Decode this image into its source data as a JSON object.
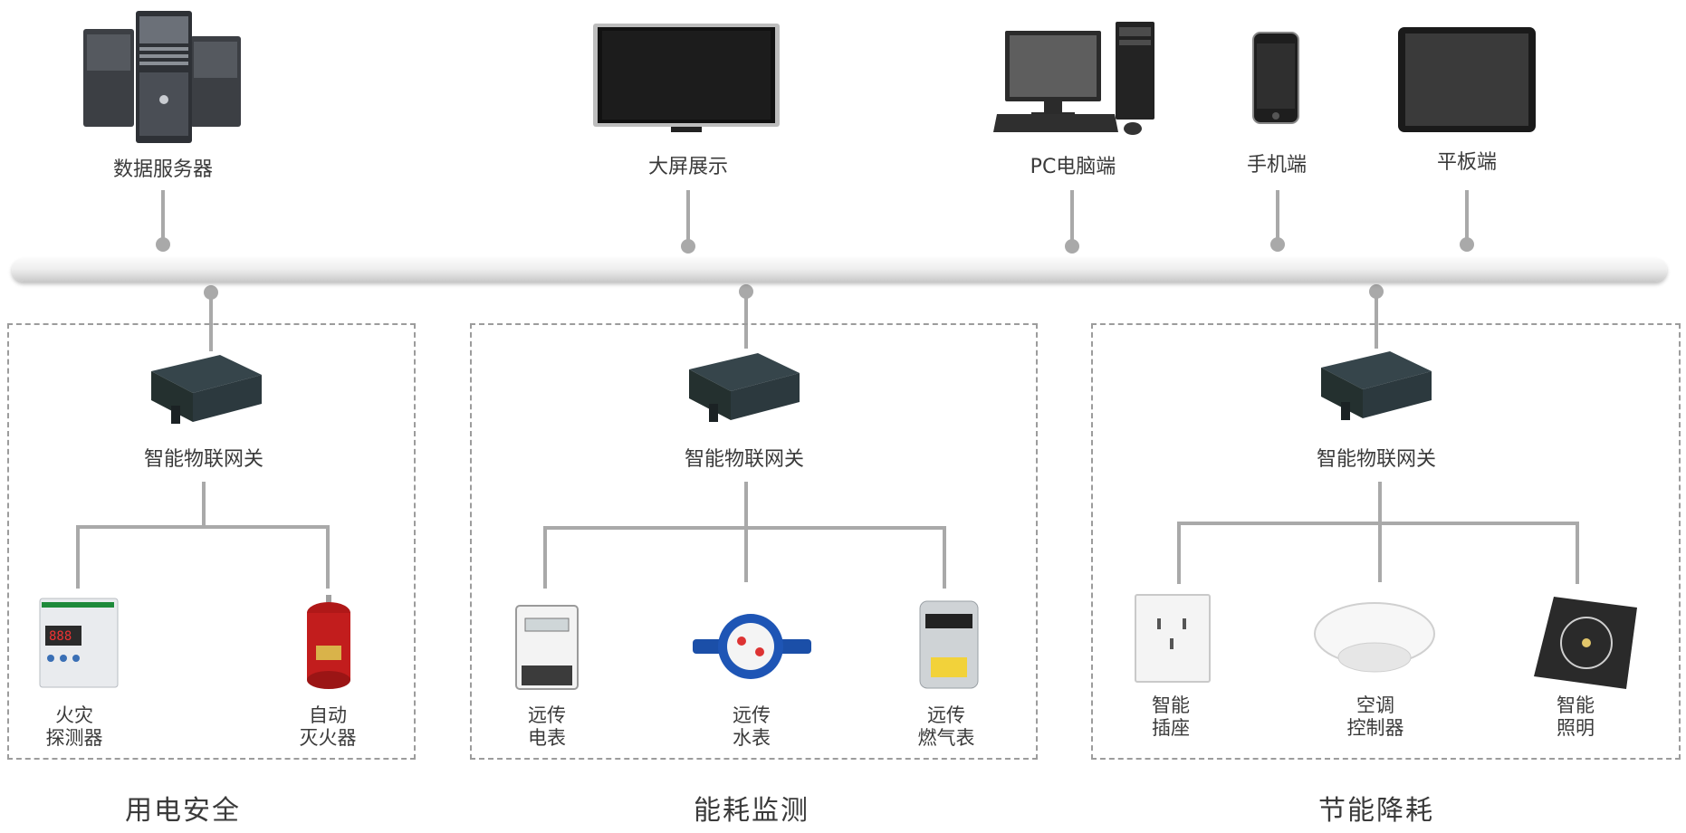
{
  "top_devices": {
    "server": "数据服务器",
    "screen": "大屏展示",
    "pc": "PC电脑端",
    "phone": "手机端",
    "tablet": "平板端"
  },
  "groups": [
    {
      "gateway": "智能物联网关",
      "title": "用电安全",
      "devices": [
        {
          "line1": "火灾",
          "line2": "探测器"
        },
        {
          "line1": "自动",
          "line2": "灭火器"
        }
      ]
    },
    {
      "gateway": "智能物联网关",
      "title": "能耗监测",
      "devices": [
        {
          "line1": "远传",
          "line2": "电表"
        },
        {
          "line1": "远传",
          "line2": "水表"
        },
        {
          "line1": "远传",
          "line2": "燃气表"
        }
      ]
    },
    {
      "gateway": "智能物联网关",
      "title": "节能降耗",
      "devices": [
        {
          "line1": "智能",
          "line2": "插座"
        },
        {
          "line1": "空调",
          "line2": "控制器"
        },
        {
          "line1": "智能",
          "line2": "照明"
        }
      ]
    }
  ],
  "colors": {
    "line": "#a9a9a9",
    "dot": "#a9a9a9",
    "dashed_border": "#9c9c9c",
    "text": "#3a3a3a"
  }
}
